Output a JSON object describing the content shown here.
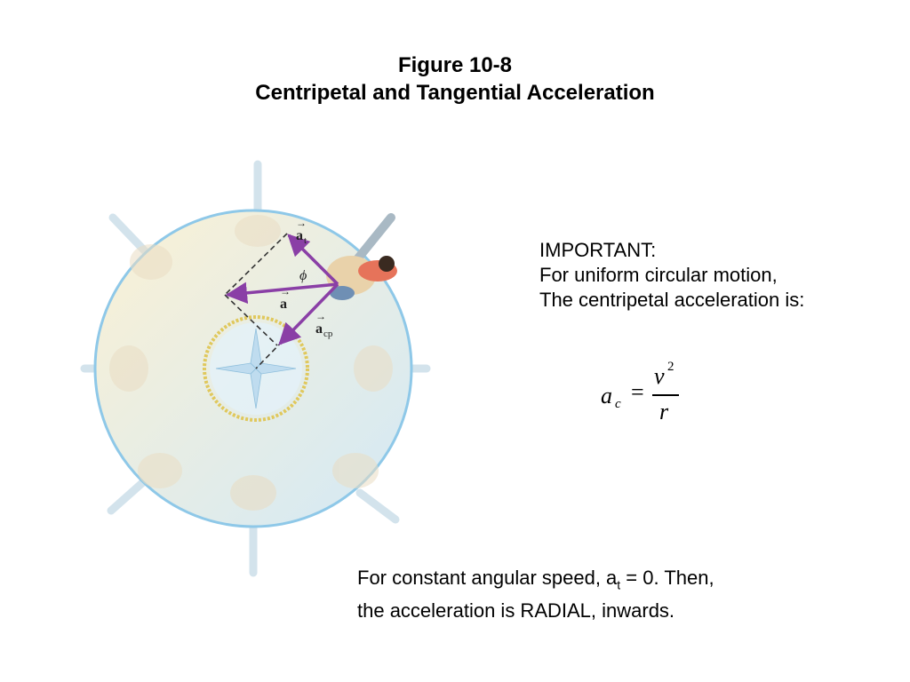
{
  "title": {
    "line1": "Figure 10-8",
    "line2": "Centripetal and Tangential Acceleration"
  },
  "diagram": {
    "labels": {
      "a_t": "a",
      "a_t_sub": "t",
      "a": "a",
      "a_cp": "a",
      "a_cp_sub": "cp",
      "phi": "ϕ"
    },
    "colors": {
      "disk_fill_a": "#fbf2d6",
      "disk_fill_b": "#d8ecf6",
      "disk_edge": "#8ec8e8",
      "vector": "#8a3fa6",
      "hub": "#e8d276"
    }
  },
  "important": {
    "line1": "IMPORTANT:",
    "line2": "For uniform circular motion,",
    "line3": "The centripetal acceleration is:"
  },
  "formula": {
    "a": "a",
    "sub": "c",
    "eq": "=",
    "num": "v",
    "exp": "2",
    "den": "r"
  },
  "note": {
    "l1a": "For constant angular speed, a",
    "l1sub": "t",
    "l1b": " = 0. Then,",
    "line2": "the acceleration is RADIAL, inwards."
  }
}
